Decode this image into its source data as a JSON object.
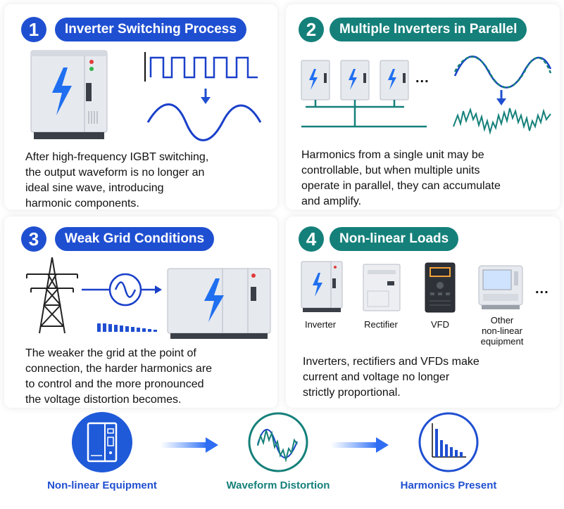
{
  "panels": [
    {
      "number": "1",
      "title": "Inverter Switching Process",
      "description": "After high-frequency IGBT switching,\nthe output waveform is no longer an\nideal sine wave, introducing\nharmonic components."
    },
    {
      "number": "2",
      "title": "Multiple Inverters in Parallel",
      "description": "Harmonics from a single unit may be\ncontrollable, but when multiple units\noperate in parallel, they can accumulate\nand amplify.",
      "ellipsis": "..."
    },
    {
      "number": "3",
      "title": "Weak Grid Conditions",
      "description": "The weaker the grid at the point of\nconnection, the harder harmonics are\nto control and the more pronounced\nthe voltage distortion becomes."
    },
    {
      "number": "4",
      "title": "Non-linear Loads",
      "description": "Inverters, rectifiers and VFDs make\ncurrent and voltage no longer\nstrictly proportional.",
      "loads": [
        "Inverter",
        "Rectifier",
        "VFD",
        "Other\nnon-linear\nequipment"
      ],
      "ellipsis": "..."
    }
  ],
  "flow": [
    {
      "label": "Non-linear Equipment",
      "icon": "cabinet-icon"
    },
    {
      "label": "Waveform Distortion",
      "icon": "distorted-wave-icon"
    },
    {
      "label": "Harmonics Present",
      "icon": "harmonic-spectrum-icon"
    }
  ],
  "colors": {
    "blue": "#1f4fd1",
    "teal": "#15807a"
  }
}
